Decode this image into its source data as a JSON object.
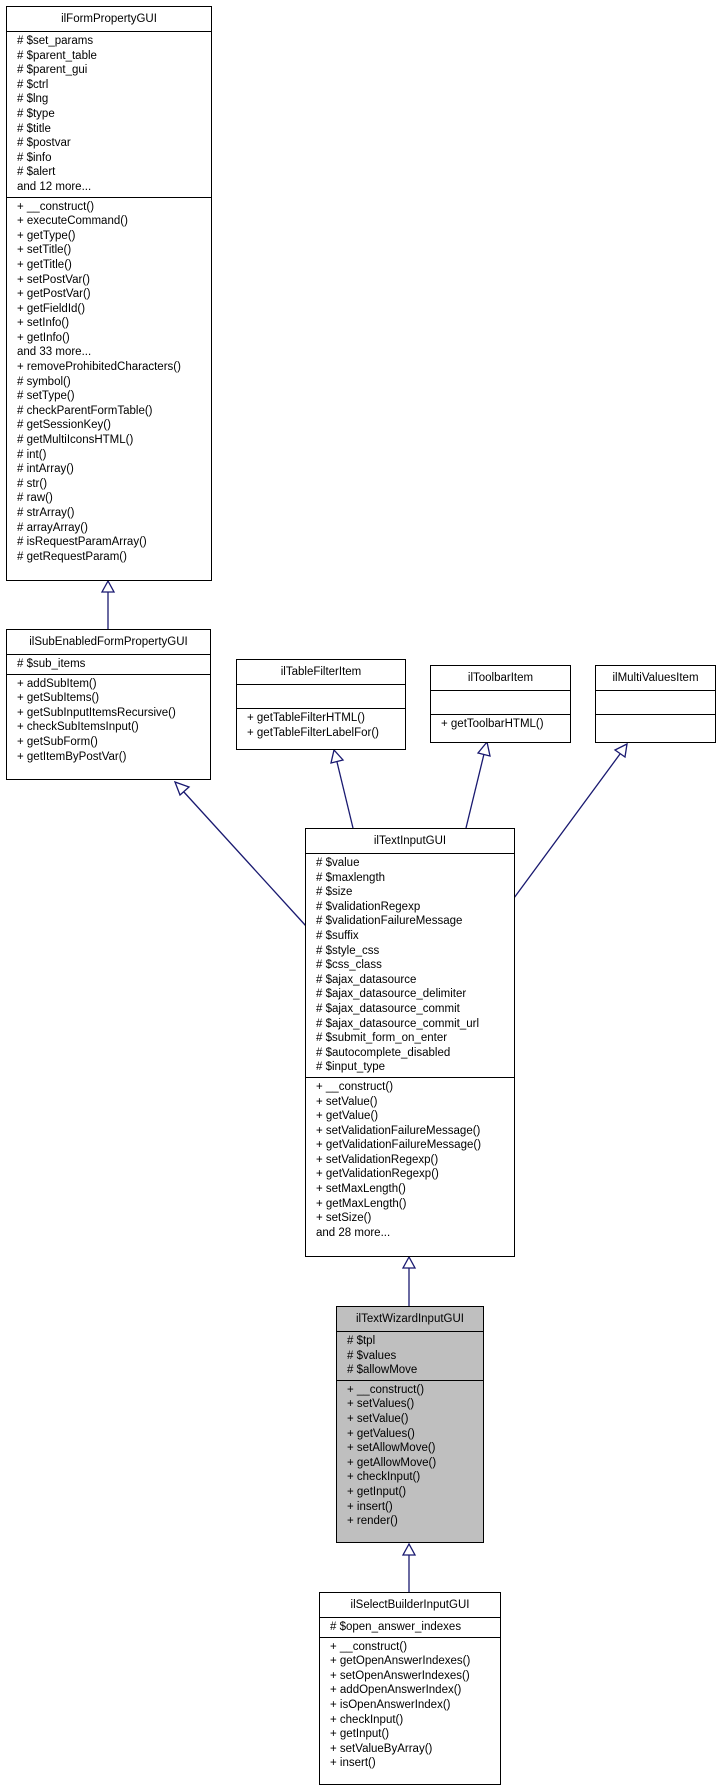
{
  "classes": {
    "ilFormPropertyGUI": {
      "name": "ilFormPropertyGUI",
      "attributes": [
        "# $set_params",
        "# $parent_table",
        "# $parent_gui",
        "# $ctrl",
        "# $lng",
        "# $type",
        "# $title",
        "# $postvar",
        "# $info",
        "# $alert",
        "and 12 more..."
      ],
      "methods": [
        "+ __construct()",
        "+ executeCommand()",
        "+ getType()",
        "+ setTitle()",
        "+ getTitle()",
        "+ setPostVar()",
        "+ getPostVar()",
        "+ getFieldId()",
        "+ setInfo()",
        "+ getInfo()",
        "and 33 more...",
        "+ removeProhibitedCharacters()",
        "# symbol()",
        "# setType()",
        "# checkParentFormTable()",
        "# getSessionKey()",
        "# getMultiIconsHTML()",
        "# int()",
        "# intArray()",
        "# str()",
        "# raw()",
        "# strArray()",
        "# arrayArray()",
        "# isRequestParamArray()",
        "# getRequestParam()"
      ]
    },
    "ilSubEnabledFormPropertyGUI": {
      "name": "ilSubEnabledFormPropertyGUI",
      "attributes": [
        "# $sub_items"
      ],
      "methods": [
        "+ addSubItem()",
        "+ getSubItems()",
        "+ getSubInputItemsRecursive()",
        "+ checkSubItemsInput()",
        "+ getSubForm()",
        "+ getItemByPostVar()"
      ]
    },
    "ilTableFilterItem": {
      "name": "ilTableFilterItem",
      "attributes": [],
      "methods": [
        "+ getTableFilterHTML()",
        "+ getTableFilterLabelFor()"
      ]
    },
    "ilToolbarItem": {
      "name": "ilToolbarItem",
      "attributes": [],
      "methods": [
        "+ getToolbarHTML()"
      ]
    },
    "ilMultiValuesItem": {
      "name": "ilMultiValuesItem",
      "attributes": [],
      "methods": []
    },
    "ilTextInputGUI": {
      "name": "ilTextInputGUI",
      "attributes": [
        "# $value",
        "# $maxlength",
        "# $size",
        "# $validationRegexp",
        "# $validationFailureMessage",
        "# $suffix",
        "# $style_css",
        "# $css_class",
        "# $ajax_datasource",
        "# $ajax_datasource_delimiter",
        "# $ajax_datasource_commit",
        "# $ajax_datasource_commit_url",
        "# $submit_form_on_enter",
        "# $autocomplete_disabled",
        "# $input_type"
      ],
      "methods": [
        "+ __construct()",
        "+ setValue()",
        "+ getValue()",
        "+ setValidationFailureMessage()",
        "+ getValidationFailureMessage()",
        "+ setValidationRegexp()",
        "+ getValidationRegexp()",
        "+ setMaxLength()",
        "+ getMaxLength()",
        "+ setSize()",
        "and 28 more..."
      ]
    },
    "ilTextWizardInputGUI": {
      "name": "ilTextWizardInputGUI",
      "attributes": [
        "# $tpl",
        "# $values",
        "# $allowMove"
      ],
      "methods": [
        "+ __construct()",
        "+ setValues()",
        "+ setValue()",
        "+ getValues()",
        "+ setAllowMove()",
        "+ getAllowMove()",
        "+ checkInput()",
        "+ getInput()",
        "+ insert()",
        "+ render()"
      ]
    },
    "ilSelectBuilderInputGUI": {
      "name": "ilSelectBuilderInputGUI",
      "attributes": [
        "# $open_answer_indexes"
      ],
      "methods": [
        "+ __construct()",
        "+ getOpenAnswerIndexes()",
        "+ setOpenAnswerIndexes()",
        "+ addOpenAnswerIndex()",
        "+ isOpenAnswerIndex()",
        "+ checkInput()",
        "+ getInput()",
        "+ setValueByArray()",
        "+ insert()"
      ]
    }
  },
  "highlighted": "ilTextWizardInputGUI",
  "colors": {
    "edge": "#191970",
    "box_border": "#000000",
    "highlight_fill": "#bfbfbf"
  }
}
